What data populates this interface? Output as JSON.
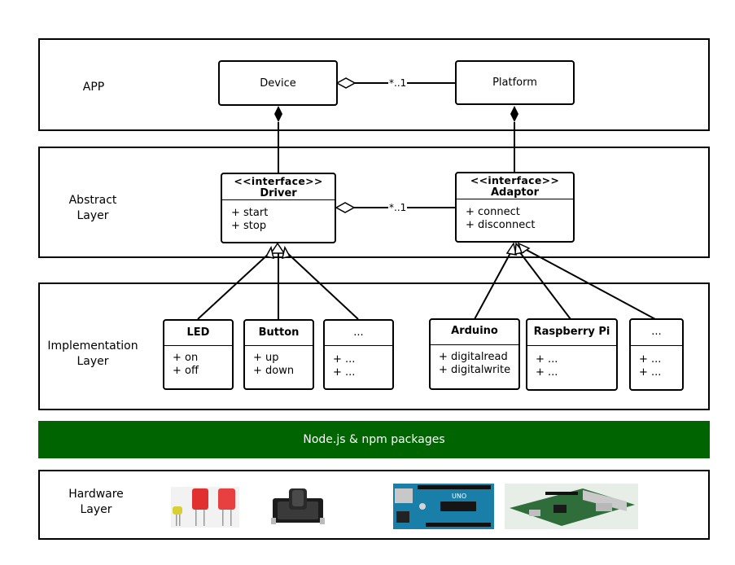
{
  "layers": {
    "app": "APP",
    "abstract": [
      "Abstract",
      "Layer"
    ],
    "implementation": [
      "Implementation",
      "Layer"
    ],
    "hardware": [
      "Hardware",
      "Layer"
    ]
  },
  "app": {
    "device": "Device",
    "platform": "Platform",
    "multiplicity": "*..1"
  },
  "abstract": {
    "driver": {
      "stereotype": "<<interface>>",
      "name": "Driver",
      "methods": [
        "+ start",
        "+ stop"
      ]
    },
    "adaptor": {
      "stereotype": "<<interface>>",
      "name": "Adaptor",
      "methods": [
        "+ connect",
        "+ disconnect"
      ]
    },
    "multiplicity": "*..1"
  },
  "implementation": {
    "drivers": [
      {
        "name": "LED",
        "methods": [
          "+ on",
          "+ off"
        ]
      },
      {
        "name": "Button",
        "methods": [
          "+ up",
          "+ down"
        ]
      },
      {
        "name": "...",
        "methods": [
          "+ ...",
          "+ ..."
        ]
      }
    ],
    "adaptors": [
      {
        "name": "Arduino",
        "methods": [
          "+ digitalread",
          "+ digitalwrite"
        ]
      },
      {
        "name": "Raspberry Pi",
        "methods": [
          "+ ...",
          "+ ..."
        ]
      },
      {
        "name": "...",
        "methods": [
          "+ ...",
          "+ ..."
        ]
      }
    ]
  },
  "runtime_bar": "Node.js & npm packages",
  "hardware": {
    "images": [
      "led-photo",
      "pushbutton-photo",
      "arduino-board-photo",
      "raspberry-pi-board-photo"
    ]
  },
  "colors": {
    "runtime_bar": "#006400",
    "arduino": "#1a7fa8",
    "pi_board": "#2f6e3a"
  }
}
